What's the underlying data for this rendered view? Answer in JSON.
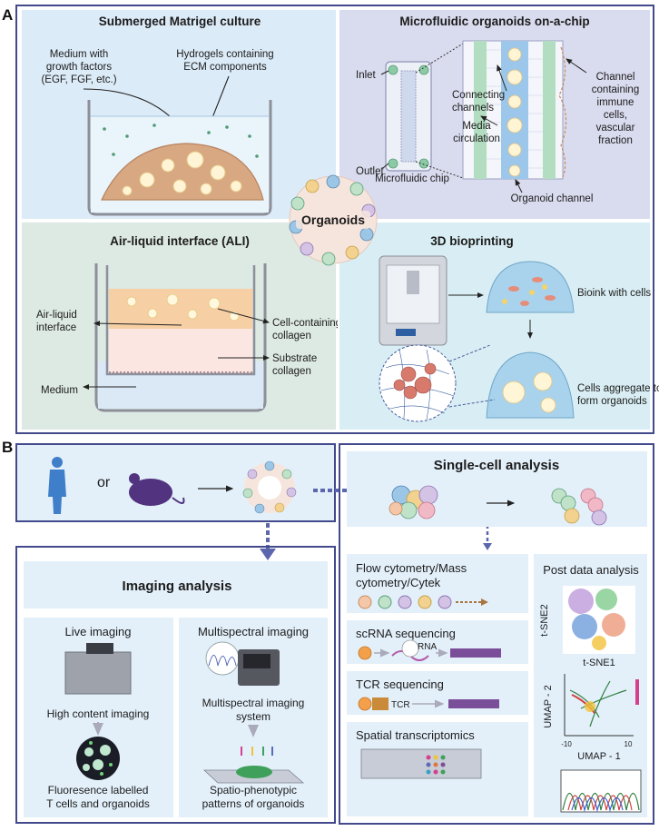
{
  "panel_a": {
    "letter": "A",
    "submerged": {
      "title": "Submerged Matrigel culture",
      "medium_lines": [
        "Medium with",
        "growth factors",
        "(EGF, FGF, etc.)"
      ],
      "hydrogel_lines": [
        "Hydrogels containing",
        "ECM components"
      ]
    },
    "microfluidic": {
      "title": "Microfluidic organoids on-a-chip",
      "inlet": "Inlet",
      "outlet": "Outlet",
      "chip": "Microfluidic chip",
      "connecting_lines": [
        "Connecting",
        "channels"
      ],
      "media_lines": [
        "Media",
        "circulation"
      ],
      "channel_lines": [
        "Channel",
        "containing",
        "immune",
        "cells,",
        "vascular",
        "fraction"
      ],
      "organoid_channel": "Organoid channel"
    },
    "center": "Organoids",
    "ali": {
      "title": "Air-liquid interface (ALI)",
      "interface_lines": [
        "Air-liquid",
        "interface"
      ],
      "medium": "Medium",
      "cell_collagen_lines": [
        "Cell-containing",
        "collagen"
      ],
      "substrate_lines": [
        "Substrate",
        "collagen"
      ]
    },
    "bioprinting": {
      "title": "3D bioprinting",
      "bioink": "Bioink with cells",
      "aggregate_lines": [
        "Cells aggregate to",
        "form organoids"
      ]
    }
  },
  "panel_b": {
    "letter": "B",
    "or": "or",
    "imaging": {
      "title": "Imaging analysis",
      "live": "Live imaging",
      "high_content": "High content imaging",
      "fluor_lines": [
        "Fluoresence labelled",
        "T cells and organoids"
      ],
      "multi": "Multispectral imaging",
      "multi_sys_lines": [
        "Multispectral imaging",
        "system"
      ],
      "spatio_lines": [
        "Spatio-phenotypic",
        "patterns of organoids"
      ]
    },
    "single_cell": {
      "title": "Single-cell analysis",
      "flow_lines": [
        "Flow cytometry/Mass",
        "cytometry/Cytek"
      ],
      "scrna": "scRNA sequencing",
      "rna": "RNA",
      "tcr_seq": "TCR sequencing",
      "tcr": "TCR",
      "spatial": "Spatial transcriptomics",
      "post": "Post data analysis",
      "tsne2": "t-SNE2",
      "tsne1": "t-SNE1",
      "umap2": "UMAP - 2",
      "umap1": "UMAP - 1",
      "tick_neg": "-10",
      "tick_pos": "10"
    }
  },
  "colors": {
    "panel_border": "#434a8c",
    "submerged_bg": "#dcebf8",
    "micro_bg": "#d9dbee",
    "ali_bg": "#dde9e3",
    "bio_bg": "#d9eef4",
    "box_bg": "#e3f0fa",
    "arrow_blue": "#5c66ad"
  }
}
